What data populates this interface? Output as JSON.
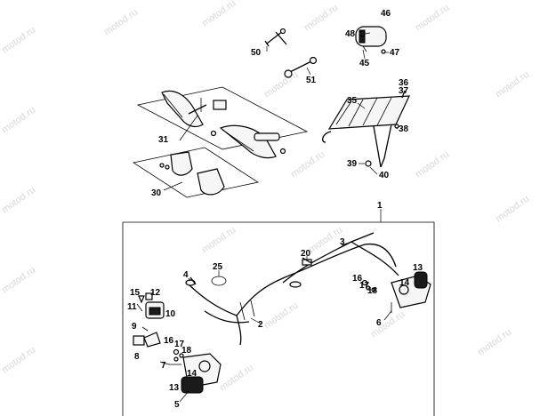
{
  "watermark": "motod.ru",
  "callouts": {
    "n1": "1",
    "n2": "2",
    "n3": "3",
    "n4": "4",
    "n5": "5",
    "n6": "6",
    "n7": "7",
    "n8": "8",
    "n9": "9",
    "n10": "10",
    "n11": "11",
    "n12": "12",
    "n13a": "13",
    "n13b": "13",
    "n14a": "14",
    "n14b": "14",
    "n15": "15",
    "n16a": "16",
    "n16b": "16",
    "n17a": "17",
    "n17b": "17",
    "n18a": "18",
    "n18b": "18",
    "n20": "20",
    "n25": "25",
    "n30": "30",
    "n31": "31",
    "n35": "35",
    "n36": "36",
    "n37": "37",
    "n38": "38",
    "n39": "39",
    "n40": "40",
    "n45": "45",
    "n46": "46",
    "n47": "47",
    "n48": "48",
    "n50": "50",
    "n51": "51"
  }
}
